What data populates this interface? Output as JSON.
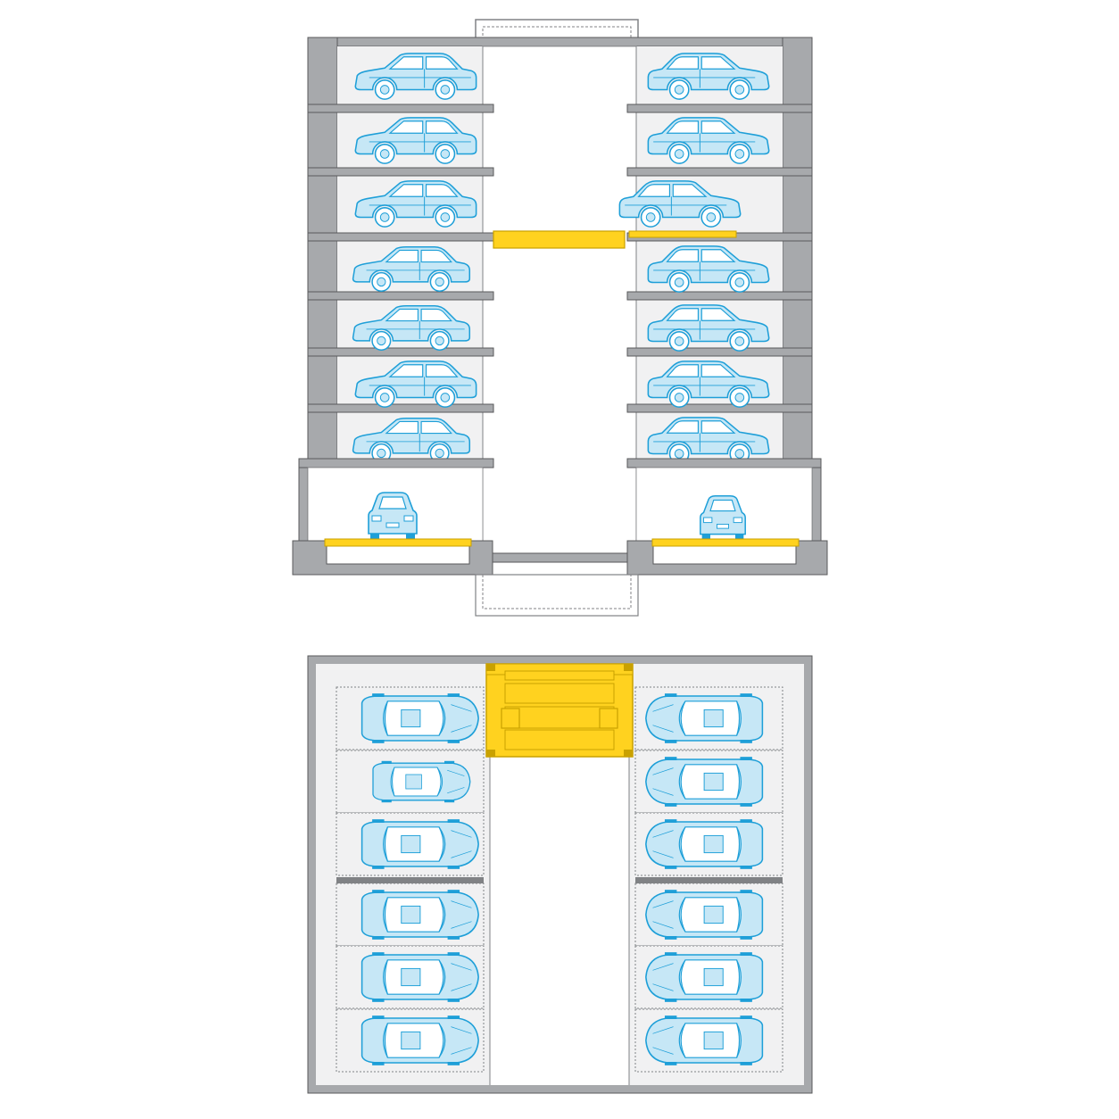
{
  "diagram": {
    "kind": "automated-parking-system",
    "views": [
      "elevation-section",
      "floor-plan"
    ],
    "colors": {
      "structure_fill": "#a7a9ac",
      "structure_stroke": "#58595b",
      "bay_fill": "#f1f1f2",
      "shaft_fill": "#ffffff",
      "lift_yellow": "#ffd21f",
      "lift_stroke": "#c9a100",
      "car_fill": "#c6e7f6",
      "car_stroke": "#1e9fd8",
      "dotted": "#808285"
    },
    "elevation": {
      "parking_levels": 7,
      "entry_level_cars": [
        "suv-rear",
        "sedan-rear"
      ],
      "left_cars": [
        "suv",
        "suv-boxy",
        "minivan",
        "hatch",
        "coupe",
        "wagon",
        "hatch"
      ],
      "right_cars": [
        "suv",
        "suv",
        "suv",
        "sedan",
        "sedan",
        "sedan",
        "wagon"
      ],
      "lift_level_index": 2
    },
    "plan": {
      "left_spaces": [
        "sedan",
        "sports",
        "sedan",
        "sedan",
        "sedan",
        "sedan"
      ],
      "right_spaces": [
        "sedan",
        "sedan",
        "sedan",
        "sedan",
        "sedan",
        "sedan"
      ]
    }
  }
}
